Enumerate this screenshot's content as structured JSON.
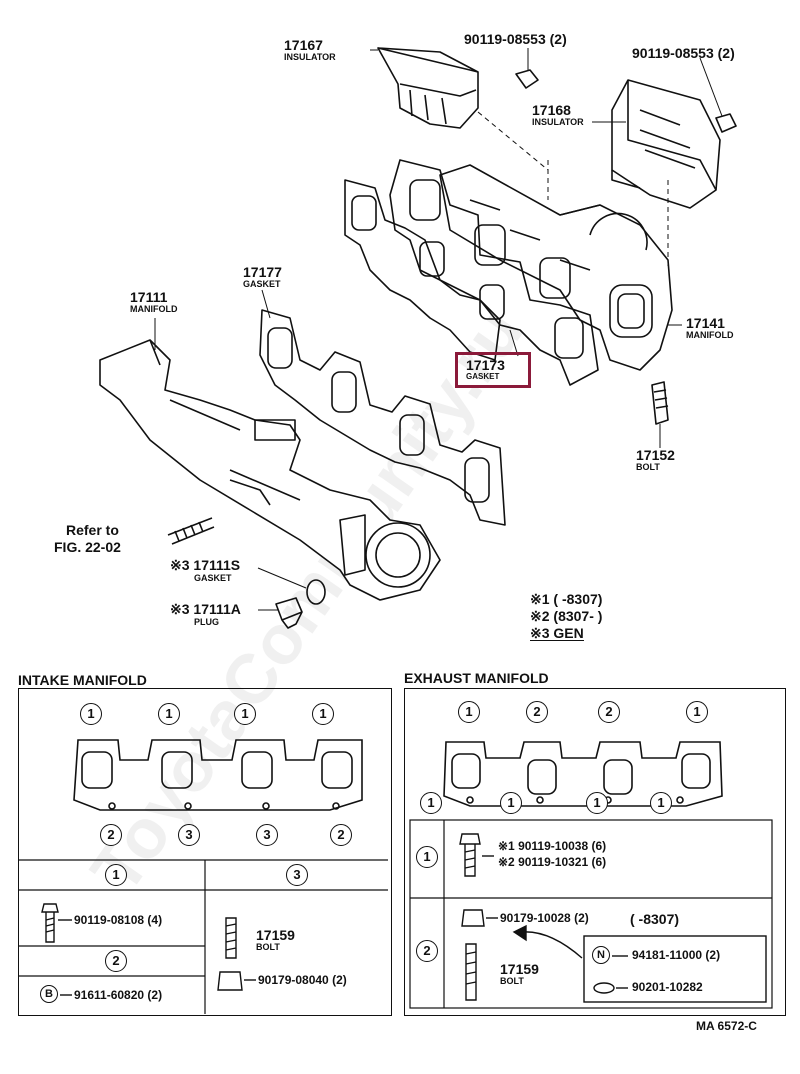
{
  "watermark": "ToyotaCommunity.ru",
  "callouts": {
    "p17167": {
      "num": "17167",
      "name": "INSULATOR"
    },
    "bolt_top1": {
      "num": "90119-08553 (2)"
    },
    "bolt_top2": {
      "num": "90119-08553 (2)"
    },
    "p17168": {
      "num": "17168",
      "name": "INSULATOR"
    },
    "p17177": {
      "num": "17177",
      "name": "GASKET"
    },
    "p17111": {
      "num": "17111",
      "name": "MANIFOLD"
    },
    "p17141": {
      "num": "17141",
      "name": "MANIFOLD"
    },
    "p17173": {
      "num": "17173",
      "name": "GASKET"
    },
    "p17152": {
      "num": "17152",
      "name": "BOLT"
    },
    "refer": {
      "line1": "Refer to",
      "line2": "FIG. 22-02"
    },
    "p17111S": {
      "num": "※3 17111S",
      "name": "GASKET"
    },
    "p17111A": {
      "num": "※3 17111A",
      "name": "PLUG"
    }
  },
  "legend": {
    "l1": "※1 (      -8307)",
    "l2": "※2 (8307-      )",
    "l3": "※3 GEN"
  },
  "intake": {
    "title": "INTAKE MANIFOLD",
    "top_marks": [
      "1",
      "1",
      "1",
      "1"
    ],
    "bottom_marks": [
      "2",
      "3",
      "3",
      "2"
    ],
    "h1": "1",
    "h2": "2",
    "h3": "3",
    "bolt1": "90119-08108 (4)",
    "stud": "17159",
    "stud_name": "BOLT",
    "nut": "90179-08040 (2)",
    "washer_mark": "B",
    "washer": "91611-60820 (2)"
  },
  "exhaust": {
    "title": "EXHAUST MANIFOLD",
    "top_marks": [
      "1",
      "2",
      "2",
      "1"
    ],
    "bottom_marks": [
      "1",
      "1",
      "1",
      "1"
    ],
    "r1": "1",
    "r2": "2",
    "bolt_a": "※1 90119-10038 (6)",
    "bolt_b": "※2 90119-10321 (6)",
    "nut": "90179-10028 (2)",
    "nut_date": "(      -8307)",
    "stud": "17159",
    "stud_name": "BOLT",
    "n_mark": "N",
    "nut2": "94181-11000 (2)",
    "washer2": "90201-10282"
  },
  "code": "MA 6572-C"
}
